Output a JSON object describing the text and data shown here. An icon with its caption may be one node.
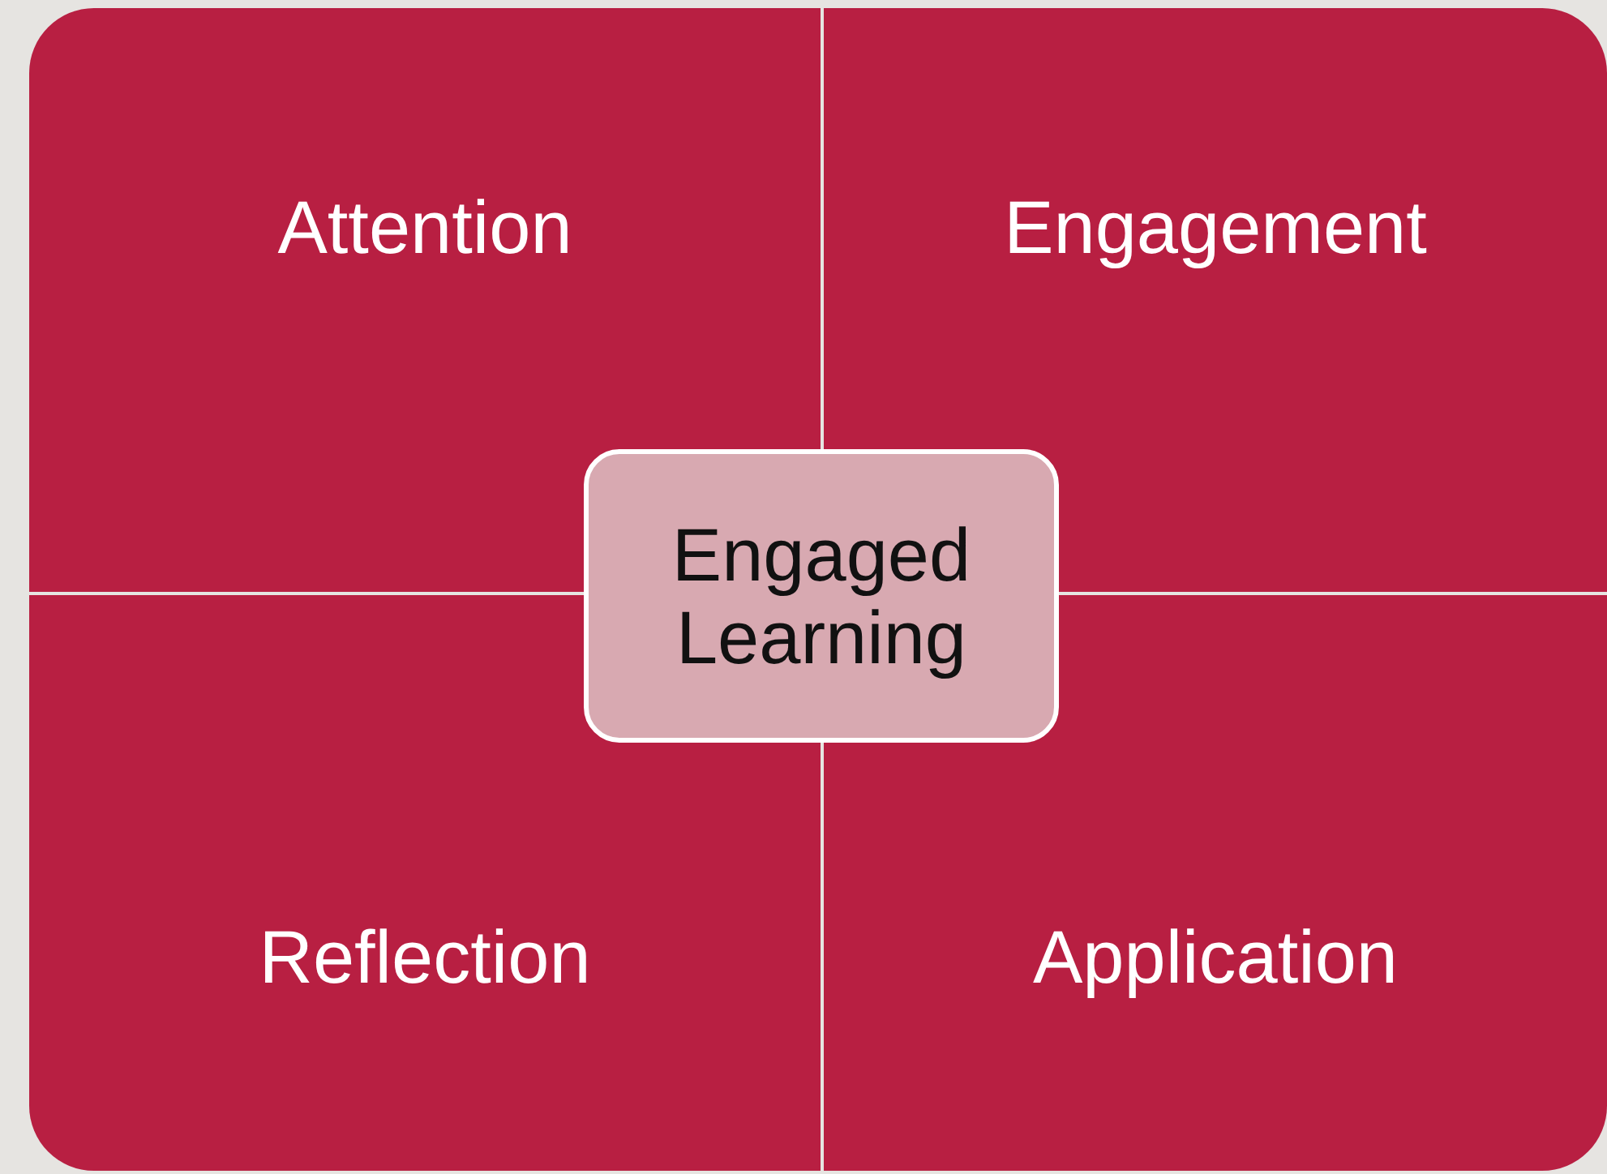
{
  "diagram": {
    "nodes": [
      {
        "text": [
          "Attention"
        ]
      },
      {
        "text": [
          "Engagement"
        ]
      },
      {
        "text": [
          "Engaged Learning"
        ]
      },
      {
        "text": [
          "Reflection"
        ]
      },
      {
        "text": [
          "Application"
        ]
      }
    ]
  }
}
